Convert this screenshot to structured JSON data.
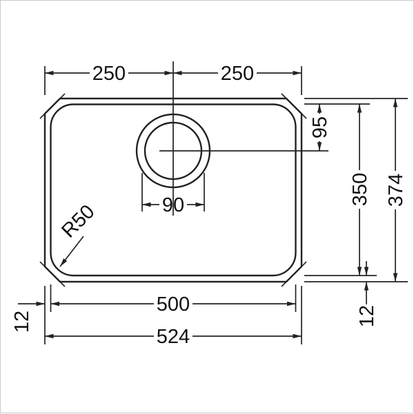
{
  "page": {
    "background": "#ffffff",
    "line_color": "#222222",
    "border_color": "#c9c9c9"
  },
  "labels": {
    "top_left_half": "250",
    "top_right_half": "250",
    "drain_to_top": "95",
    "drain_width": "90",
    "corner_radius": "R50",
    "inner_depth": "350",
    "outer_depth": "374",
    "inner_width": "500",
    "outer_width": "524",
    "rim_left": "12",
    "rim_right": "12"
  }
}
